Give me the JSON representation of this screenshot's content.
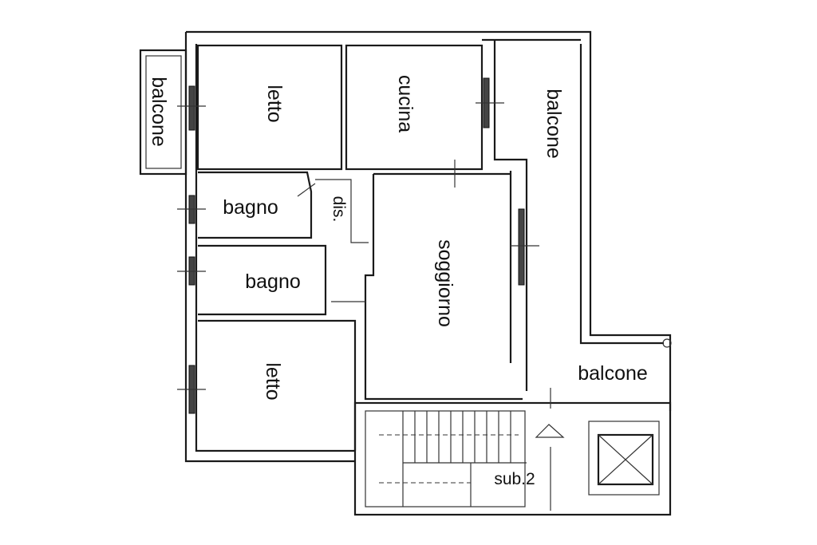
{
  "rooms": {
    "balcone_left": "balcone",
    "letto_top": "letto",
    "cucina": "cucina",
    "balcone_top_right": "balcone",
    "bagno_1": "bagno",
    "dis": "dis.",
    "bagno_2": "bagno",
    "soggiorno": "soggiorno",
    "letto_bottom": "letto",
    "balcone_bottom_right": "balcone",
    "sub": "sub.2"
  },
  "icons": [
    "elevator-shaft-icon",
    "window-icon",
    "door-swing-icon",
    "stair-steps-icon"
  ]
}
